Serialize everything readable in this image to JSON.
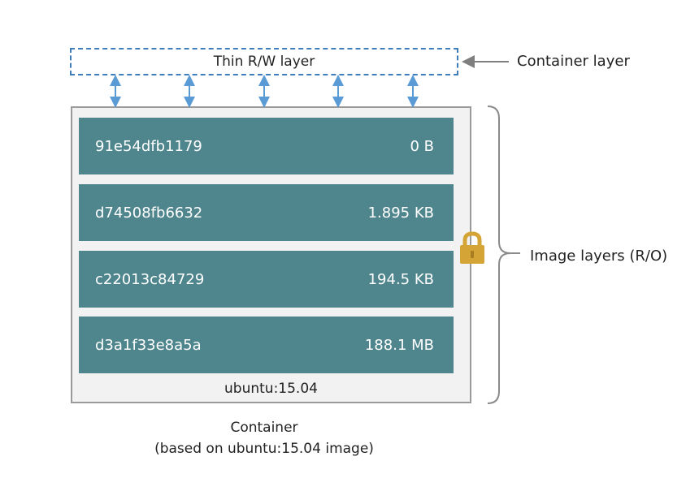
{
  "rw_layer": {
    "label": "Thin R/W layer"
  },
  "labels": {
    "container_layer": "Container layer",
    "image_layers": "Image layers (R/O)"
  },
  "image": {
    "name": "ubuntu:15.04",
    "layers": [
      {
        "id": "91e54dfb1179",
        "size": "0 B"
      },
      {
        "id": "d74508fb6632",
        "size": "1.895 KB"
      },
      {
        "id": "c22013c84729",
        "size": "194.5 KB"
      },
      {
        "id": "d3a1f33e8a5a",
        "size": "188.1 MB"
      }
    ]
  },
  "caption": {
    "line1": "Container",
    "line2": "(based on ubuntu:15.04 image)"
  },
  "colors": {
    "layer_fill": "#4f868d",
    "dashed_border": "#3d7ebb",
    "arrow": "#5b9bd5",
    "lock": "#d4a437"
  }
}
